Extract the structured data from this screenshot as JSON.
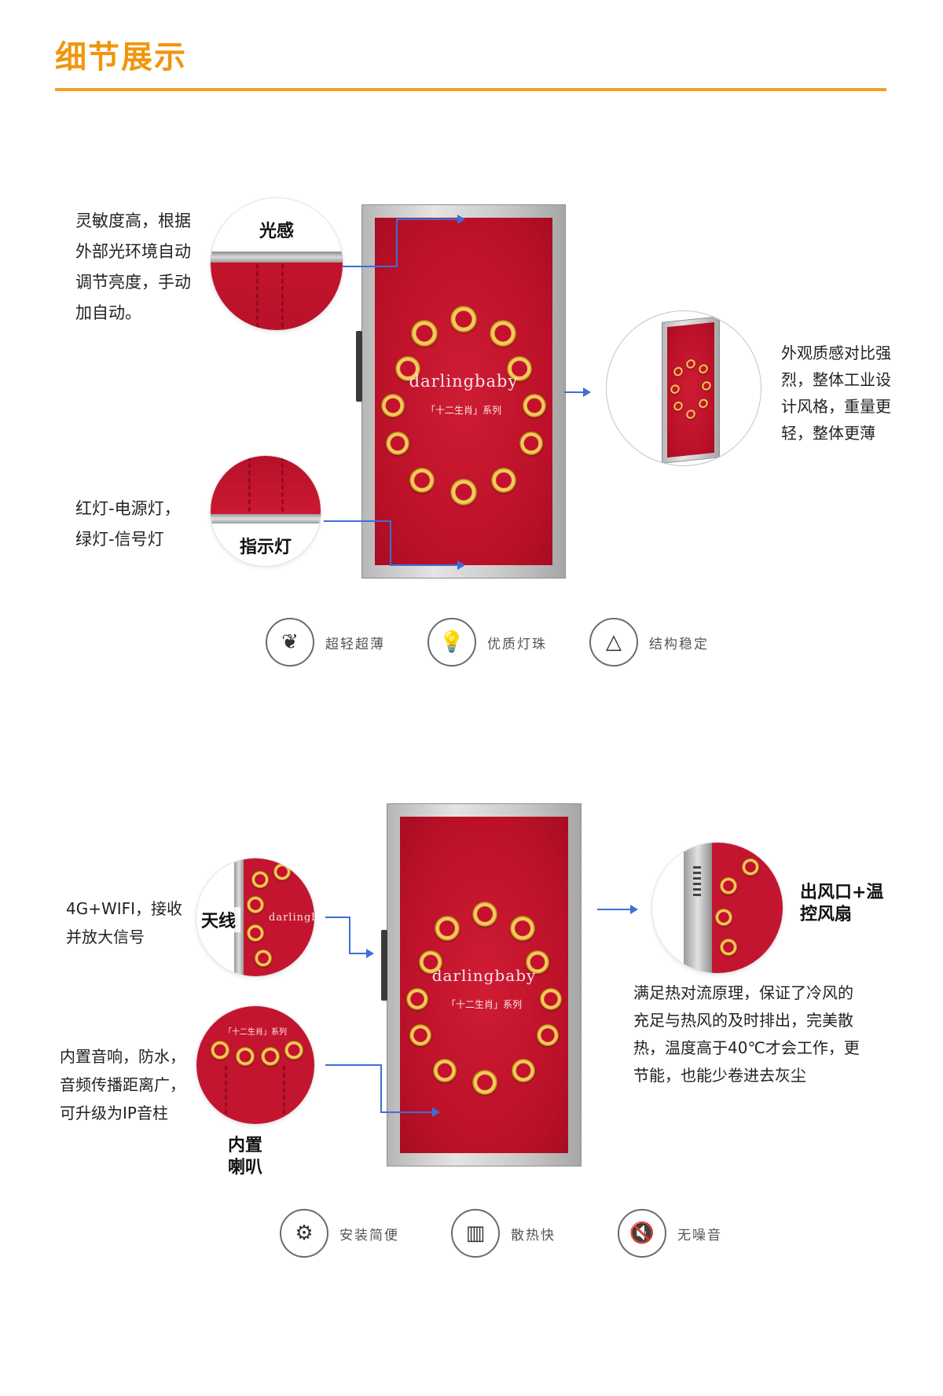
{
  "header": {
    "title": "细节展示"
  },
  "section1": {
    "light_sensor": {
      "label": "光感",
      "desc": [
        "灵敏度高，根据",
        "外部光环境自动",
        "调节亮度，手动",
        "加自动。"
      ]
    },
    "indicator": {
      "label": "指示灯",
      "desc": [
        "红灯-电源灯，",
        "绿灯-信号灯"
      ]
    },
    "appearance": {
      "desc": [
        "外观质感对比强",
        "烈，整体工业设",
        "计风格，重量更",
        "轻，整体更薄"
      ]
    },
    "screen": {
      "brand": "darlingbaby",
      "series": "「十二生肖」系列"
    },
    "features": [
      {
        "icon": "feather-icon",
        "glyph": "❦",
        "label": "超轻超薄"
      },
      {
        "icon": "bulb-icon",
        "glyph": "💡",
        "label": "优质灯珠"
      },
      {
        "icon": "triangle-icon",
        "glyph": "△",
        "label": "结构稳定"
      }
    ]
  },
  "section2": {
    "antenna": {
      "label": "天线",
      "desc": [
        "4G+WIFI，接收",
        "并放大信号"
      ]
    },
    "speaker": {
      "label_lines": [
        "内置",
        "喇叭"
      ],
      "desc": [
        "内置音响，防水，",
        "音频传播距离广，",
        "可升级为IP音柱"
      ]
    },
    "vent": {
      "label_lines": [
        "出风口+温",
        "控风扇"
      ],
      "desc": [
        "满足热对流原理，保证了冷风的",
        "充足与热风的及时排出，完美散",
        "热，温度高于40℃才会工作，更",
        "节能，也能少卷进去灰尘"
      ]
    },
    "screen": {
      "brand": "darlingbaby",
      "series": "「十二生肖」系列"
    },
    "features": [
      {
        "icon": "gear-hand-icon",
        "glyph": "⚙",
        "label": "安装简便"
      },
      {
        "icon": "heat-sink-icon",
        "glyph": "▥",
        "label": "散热快"
      },
      {
        "icon": "mute-speaker-icon",
        "glyph": "🔇",
        "label": "无噪音"
      }
    ]
  }
}
